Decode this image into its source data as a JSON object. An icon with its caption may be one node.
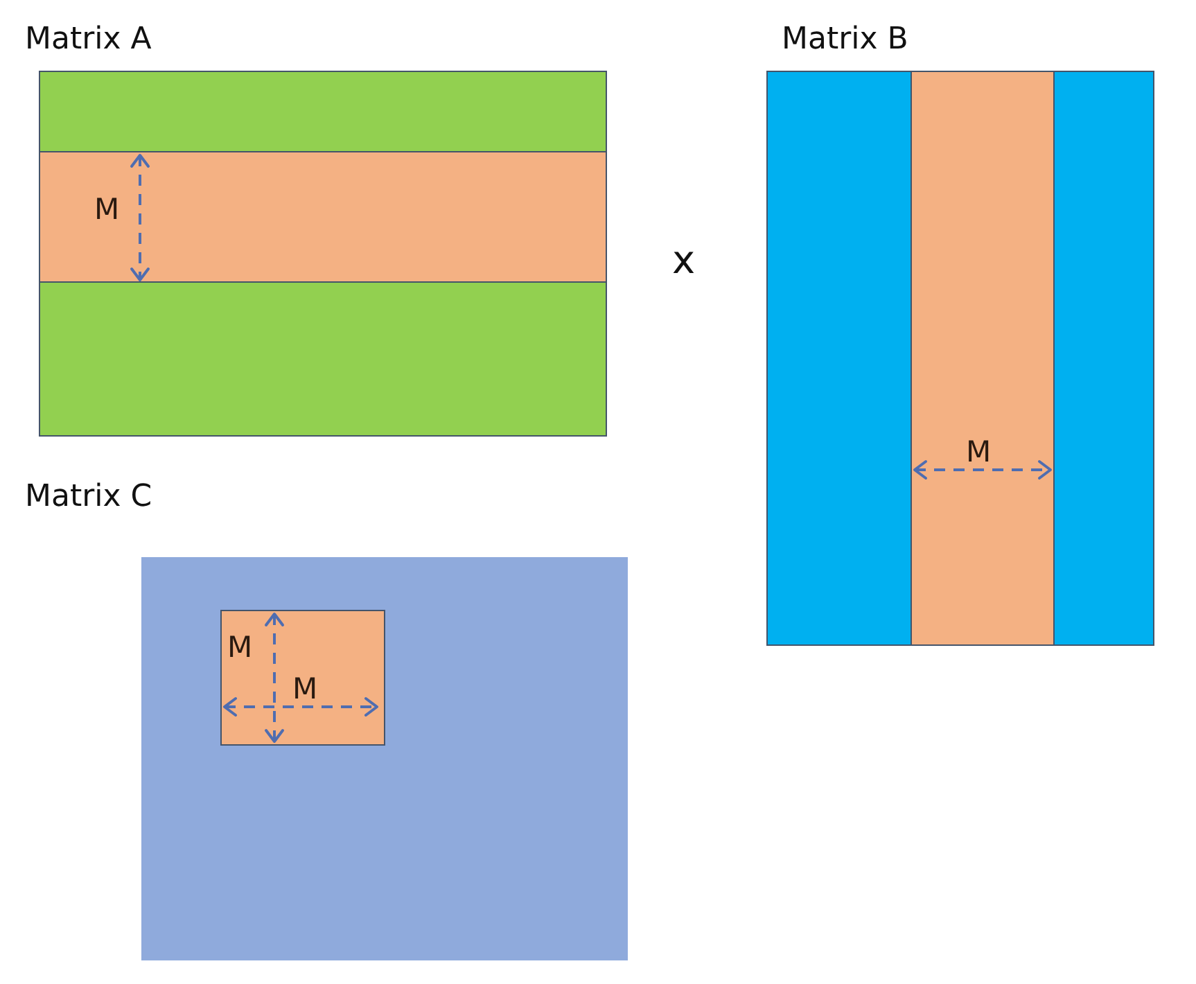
{
  "diagram": {
    "nodes": [
      {
        "text": [
          "Matrix A"
        ]
      },
      {
        "text": [
          "M"
        ],
        "in": 0
      },
      {
        "text": [
          "Matrix B"
        ]
      },
      {
        "text": [
          "M"
        ],
        "in": 2
      },
      {
        "text": [
          "Matrix C"
        ]
      },
      {
        "text": [
          "M",
          "M"
        ],
        "in": 4
      }
    ],
    "labels": [
      "x"
    ]
  }
}
